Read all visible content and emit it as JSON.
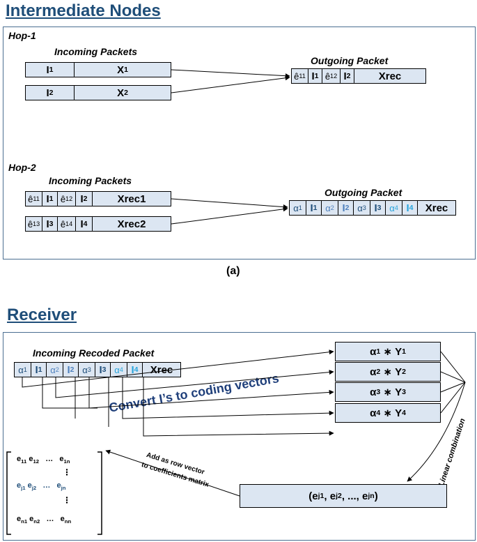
{
  "intermediate": {
    "heading": "Intermediate Nodes",
    "hop1": {
      "label": "Hop-1",
      "incoming_caption": "Incoming Packets",
      "outgoing_caption": "Outgoing Packet",
      "in1": {
        "id": "I",
        "id_sub": "1",
        "payload": "X",
        "payload_sub": "1"
      },
      "in2": {
        "id": "I",
        "id_sub": "2",
        "payload": "X",
        "payload_sub": "2"
      },
      "out": {
        "c1": "ê",
        "c1_sub": "11",
        "i1": "I",
        "i1_sub": "1",
        "c2": "ê",
        "c2_sub": "12",
        "i2": "I",
        "i2_sub": "2",
        "payload": "Xrec"
      }
    },
    "hop2": {
      "label": "Hop-2",
      "incoming_caption": "Incoming Packets",
      "outgoing_caption": "Outgoing Packet",
      "in1": {
        "c1": "ê",
        "c1_sub": "11",
        "i1": "I",
        "i1_sub": "1",
        "c2": "ê",
        "c2_sub": "12",
        "i2": "I",
        "i2_sub": "2",
        "payload": "Xrec1"
      },
      "in2": {
        "c1": "ê",
        "c1_sub": "13",
        "i1": "I",
        "i1_sub": "3",
        "c2": "ê",
        "c2_sub": "14",
        "i2": "I",
        "i2_sub": "4",
        "payload": "Xrec2"
      },
      "out": {
        "a1": "α",
        "a1_sub": "1",
        "i1": "I",
        "i1_sub": "1",
        "a2": "α",
        "a2_sub": "2",
        "i2": "I",
        "i2_sub": "2",
        "a3": "α",
        "a3_sub": "3",
        "i3": "I",
        "i3_sub": "3",
        "a4": "α",
        "a4_sub": "4",
        "i4": "I",
        "i4_sub": "4",
        "payload": "Xrec"
      }
    },
    "caption": "(a)"
  },
  "receiver": {
    "heading": "Receiver",
    "incoming_caption": "Incoming Recoded Packet",
    "packet": {
      "a1": "α",
      "a1_sub": "1",
      "i1": "I",
      "i1_sub": "1",
      "a2": "α",
      "a2_sub": "2",
      "i2": "I",
      "i2_sub": "2",
      "a3": "α",
      "a3_sub": "3",
      "i3": "I",
      "i3_sub": "3",
      "a4": "α",
      "a4_sub": "4",
      "i4": "I",
      "i4_sub": "4",
      "payload": "Xrec"
    },
    "products": [
      {
        "a": "α",
        "a_sub": "1",
        "op": " ∗ ",
        "y": "Y",
        "y_sub": "1"
      },
      {
        "a": "α",
        "a_sub": "2",
        "op": " ∗ ",
        "y": "Y",
        "y_sub": "2"
      },
      {
        "a": "α",
        "a_sub": "3",
        "op": " ∗ ",
        "y": "Y",
        "y_sub": "3"
      },
      {
        "a": "α",
        "a_sub": "4",
        "op": " ∗ ",
        "y": "Y",
        "y_sub": "4"
      }
    ],
    "convert_label": "Convert I’s to coding vectors",
    "linear_label": "Linear combination",
    "add_label_1": "Add as row vector",
    "add_label_2": "to coefficients matrix",
    "row_vector": {
      "open": "(",
      "e1": "e",
      "e1_sub": "j1",
      "sep1": ", ",
      "e2": "e",
      "e2_sub": "j2",
      "sep2": ", ..., ",
      "e3": "e",
      "e3_sub": "jn",
      "close": ")"
    },
    "matrix": {
      "r1": {
        "a": "e",
        "a_sub": "11",
        "b": "e",
        "b_sub": "12",
        "dots": "…",
        "c": "e",
        "c_sub": "1n"
      },
      "vdots1": "⋮",
      "rj": {
        "a": "e",
        "a_sub": "j1",
        "b": "e",
        "b_sub": "j2",
        "dots": "…",
        "c": "e",
        "c_sub": "jn"
      },
      "vdots2": "⋮",
      "rn": {
        "a": "e",
        "a_sub": "n1",
        "b": "e",
        "b_sub": "n2",
        "dots": "…",
        "c": "e",
        "c_sub": "nn"
      }
    }
  }
}
